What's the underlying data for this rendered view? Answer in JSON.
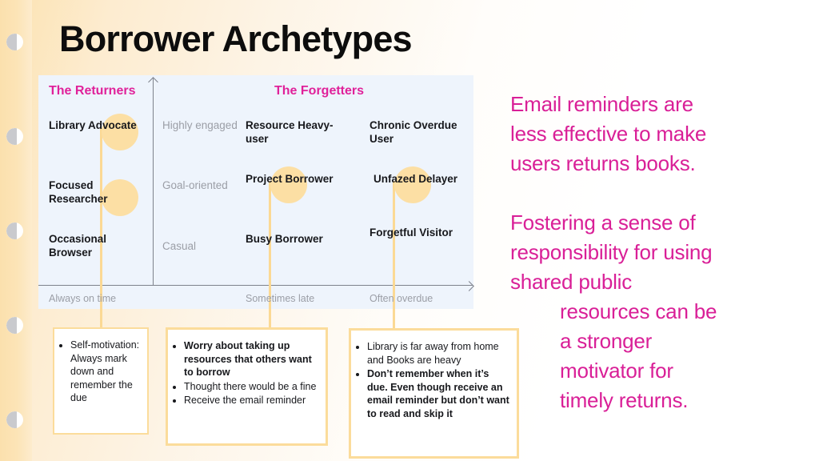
{
  "slide": {
    "title": "Borrower Archetypes",
    "background_accent": "#fce2b0",
    "panel_color": "#eef4fc",
    "pink_accent": "#d91f97",
    "dot_color": "#fcdfa4"
  },
  "binder": {
    "hole_count": 5,
    "hole_label": "binder-hole"
  },
  "matrix": {
    "group_labels": {
      "returners": "The Returners",
      "forgetters": "The Forgetters"
    },
    "y_axis_ticks": [
      "Highly engaged",
      "Goal-oriented",
      "Casual"
    ],
    "x_axis_ticks": [
      "Always on time",
      "Sometimes late",
      "Often overdue"
    ],
    "cells": [
      {
        "id": "library-advocate",
        "label": "Library Advocate",
        "column": 0,
        "row": 0,
        "highlighted": true
      },
      {
        "id": "focused-researcher",
        "label": "Focused Researcher",
        "column": 0,
        "row": 1,
        "highlighted": true
      },
      {
        "id": "occasional-browser",
        "label": "Occasional Browser",
        "column": 0,
        "row": 2,
        "highlighted": false
      },
      {
        "id": "resource-heavy-user",
        "label": "Resource Heavy-user",
        "column": 1,
        "row": 0,
        "highlighted": false
      },
      {
        "id": "project-borrower",
        "label": "Project Borrower",
        "column": 1,
        "row": 1,
        "highlighted": true
      },
      {
        "id": "busy-borrower",
        "label": "Busy Borrower",
        "column": 1,
        "row": 2,
        "highlighted": false
      },
      {
        "id": "chronic-overdue-user",
        "label": "Chronic Overdue User",
        "column": 2,
        "row": 0,
        "highlighted": false
      },
      {
        "id": "unfazed-delayer",
        "label": "Unfazed Delayer",
        "column": 2,
        "row": 1,
        "highlighted": true
      },
      {
        "id": "forgetful-visitor",
        "label": "Forgetful Visitor",
        "column": 2,
        "row": 2,
        "highlighted": false
      }
    ]
  },
  "callouts": [
    {
      "id": "callout-returners",
      "bullets": [
        {
          "text": "Self-motivation: Always mark down and remember the due",
          "bold": false
        }
      ]
    },
    {
      "id": "callout-project-borrower",
      "bullets": [
        {
          "text": "Worry about taking up resources that others want to borrow",
          "bold": true
        },
        {
          "text": "Thought there would be a fine",
          "bold": false
        },
        {
          "text": "Receive the email reminder",
          "bold": false
        }
      ]
    },
    {
      "id": "callout-unfazed-delayer",
      "bullets": [
        {
          "text": "Library is far away from home and Books are heavy",
          "bold": false
        },
        {
          "text": "Don’t remember when it’s due. Even though receive an email reminder but don’t want to read and skip it",
          "bold": true
        }
      ]
    }
  ],
  "commentary": {
    "paragraph_1": [
      {
        "text": "Email reminders are",
        "indent": false
      },
      {
        "text": "less effective to make",
        "indent": false
      },
      {
        "text": "users returns books.",
        "indent": false
      }
    ],
    "paragraph_2": [
      {
        "text": "Fostering a sense of",
        "indent": false
      },
      {
        "text": "responsibility for using",
        "indent": false
      },
      {
        "text": "shared public",
        "indent": false
      },
      {
        "text": "resources can be",
        "indent": true
      },
      {
        "text": "a stronger",
        "indent": true
      },
      {
        "text": "motivator for",
        "indent": true
      },
      {
        "text": "timely returns.",
        "indent": true
      }
    ]
  }
}
